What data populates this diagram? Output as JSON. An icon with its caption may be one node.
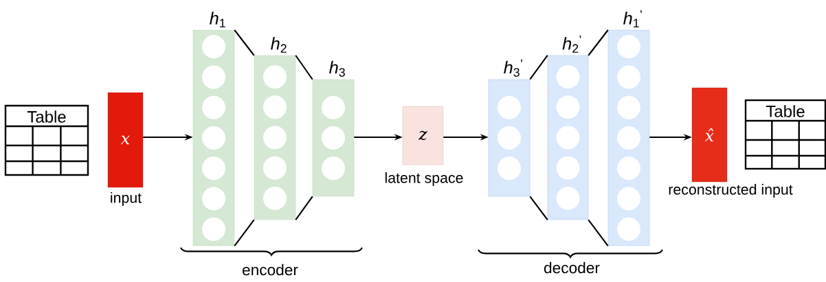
{
  "diagram": {
    "nodes": [
      {
        "text": [
          "Table"
        ]
      },
      {
        "text": [
          "x"
        ],
        "beside": [
          "input"
        ]
      },
      {
        "text": [
          "*h*$_{1}$"
        ]
      },
      {
        "text": [
          "*h*$_{2}$"
        ]
      },
      {
        "text": [
          "*h*$_{3}$"
        ]
      },
      {
        "text": [
          "z"
        ],
        "beside": [
          "latent space"
        ]
      },
      {
        "text": [
          "*h*$_{3}$$^{'}$"
        ]
      },
      {
        "text": [
          "*h*$_{2}$$^{'}$"
        ]
      },
      {
        "text": [
          "*h*$_{1}$$^{'}$"
        ]
      },
      {
        "text": [
          "x̂"
        ],
        "beside": [
          "reconstructed input"
        ]
      },
      {
        "text": [
          "Table"
        ]
      }
    ],
    "edges": [
      {
        "from": 1,
        "to": 2,
        "arrow": "to"
      },
      {
        "from": 2,
        "to": 3,
        "arrow": "none"
      },
      {
        "from": 2,
        "to": 3,
        "arrow": "none"
      },
      {
        "from": 3,
        "to": 4,
        "arrow": "none"
      },
      {
        "from": 3,
        "to": 4,
        "arrow": "none"
      },
      {
        "from": 4,
        "to": 5,
        "arrow": "to"
      },
      {
        "from": 5,
        "to": 6,
        "arrow": "to"
      },
      {
        "from": 6,
        "to": 7,
        "arrow": "none"
      },
      {
        "from": 6,
        "to": 7,
        "arrow": "none"
      },
      {
        "from": 7,
        "to": 8,
        "arrow": "none"
      },
      {
        "from": 7,
        "to": 8,
        "arrow": "none"
      },
      {
        "from": 8,
        "to": 9,
        "arrow": "to"
      }
    ],
    "labels": [
      "encoder",
      "decoder"
    ]
  }
}
